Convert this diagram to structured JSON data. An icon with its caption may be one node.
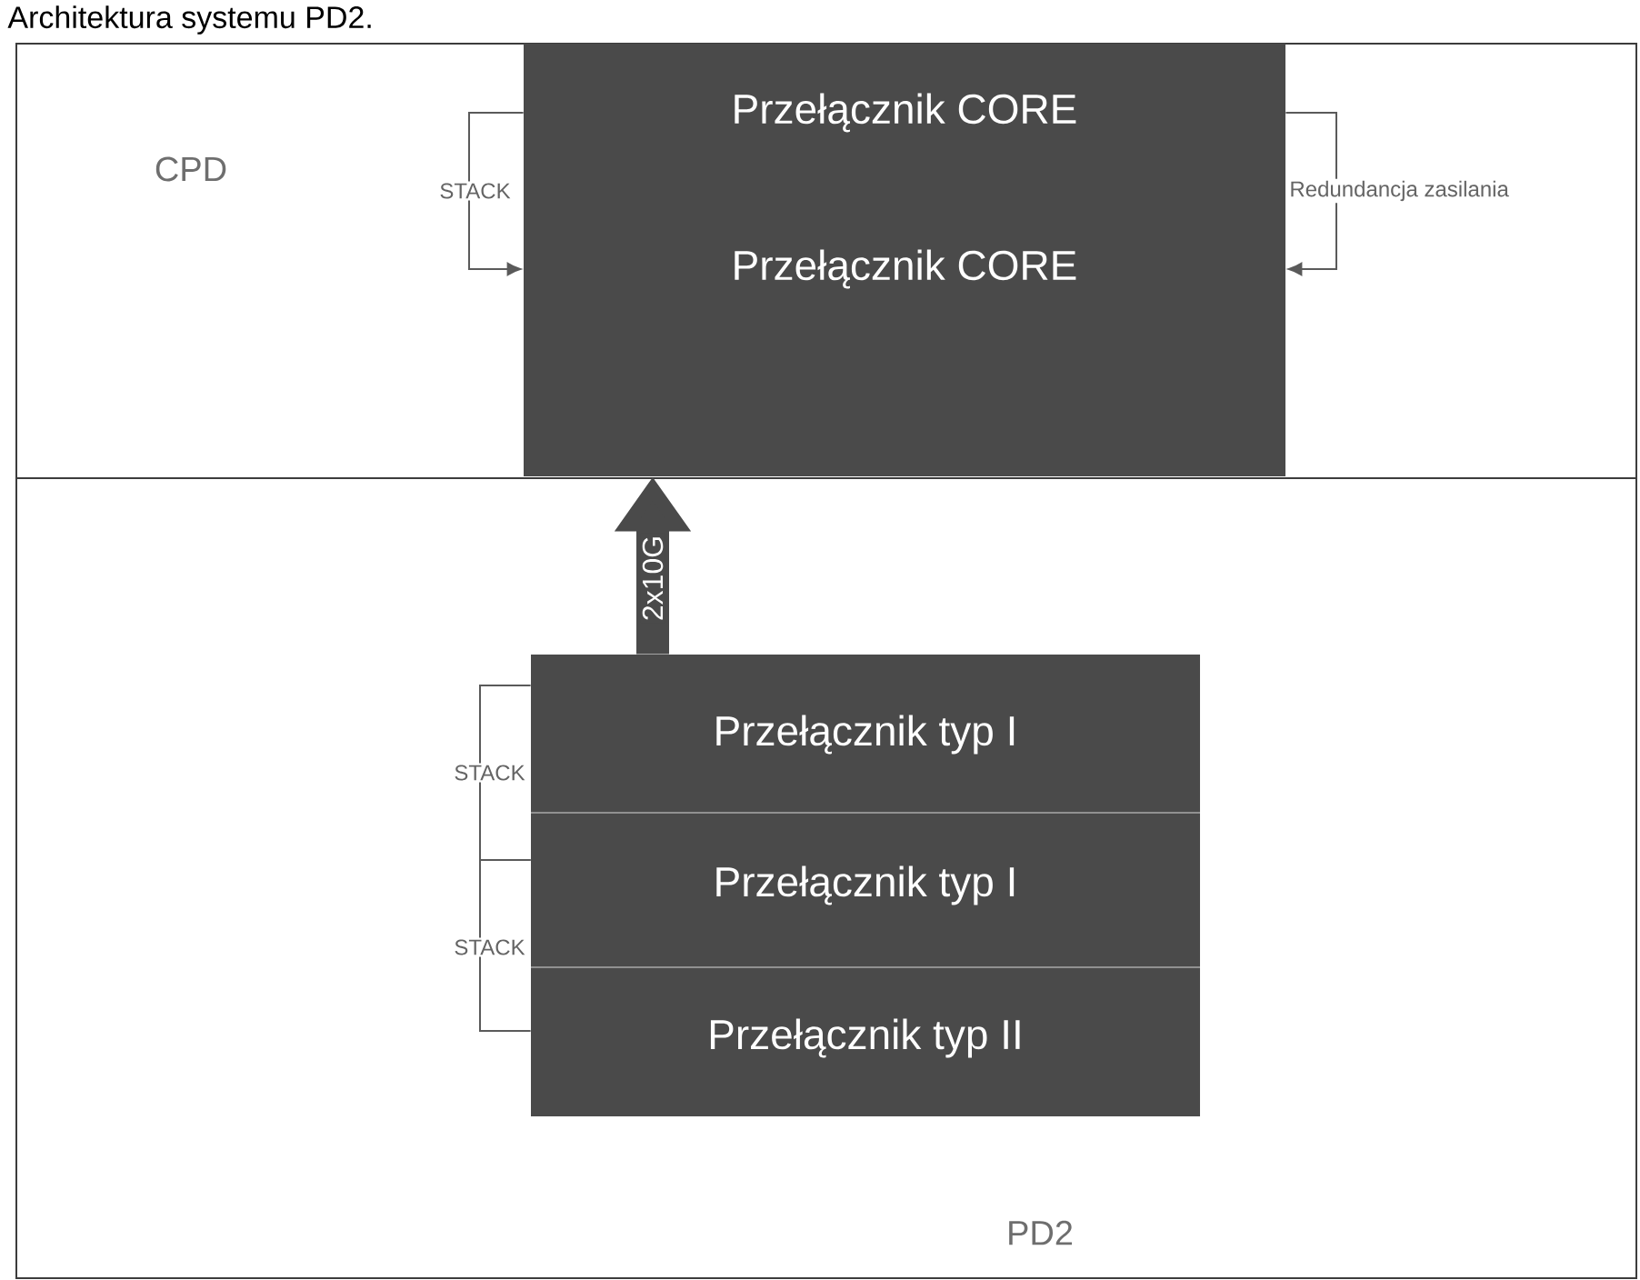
{
  "diagram": {
    "title": "Architektura systemu PD2.",
    "nodes": [
      {
        "text": [
          "CPD"
        ]
      },
      {
        "text": [
          "PD2"
        ]
      },
      {
        "text": [
          "Przełącznik CORE"
        ],
        "in": 0
      },
      {
        "text": [
          "Przełącznik CORE"
        ],
        "in": 0
      },
      {
        "text": [
          "Przełącznik typ I"
        ],
        "in": 1
      },
      {
        "text": [
          "Przełącznik typ I"
        ],
        "in": 1
      },
      {
        "text": [
          "Przełącznik typ II"
        ],
        "in": 1
      }
    ],
    "edges": [
      {
        "from": 2,
        "to": 3,
        "arrow": "to",
        "label": "STACK"
      },
      {
        "from": 2,
        "to": 3,
        "arrow": "to",
        "label": "Redundancja zasilania"
      },
      {
        "from": 4,
        "to": 3,
        "arrow": "to",
        "label": "2x10G",
        "style": "thick"
      },
      {
        "from": 4,
        "to": 5,
        "arrow": "none",
        "label": "STACK"
      },
      {
        "from": 5,
        "to": 6,
        "arrow": "none",
        "label": "STACK"
      }
    ]
  }
}
